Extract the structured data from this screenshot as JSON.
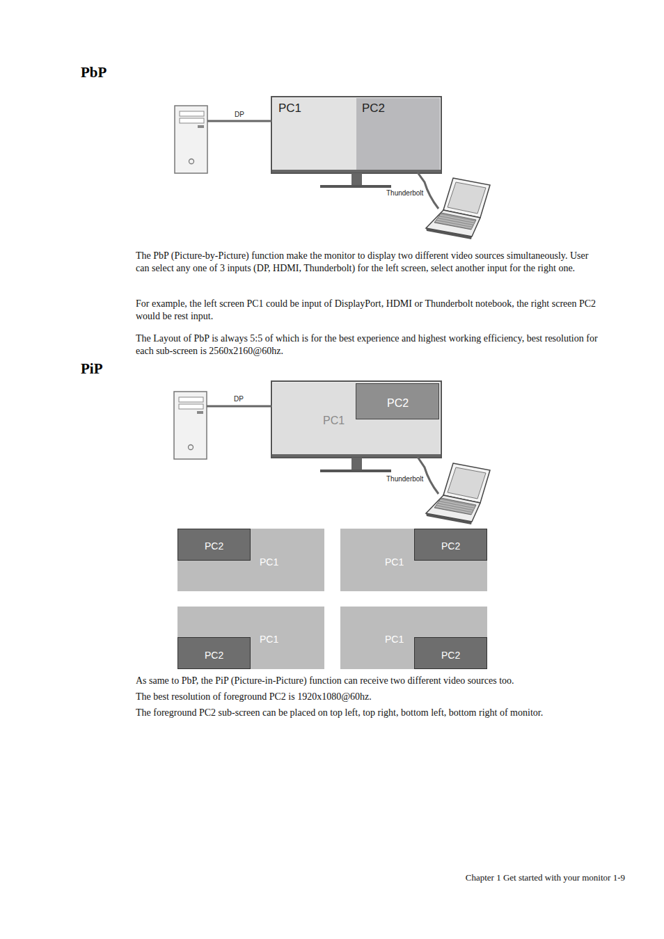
{
  "diagram": {
    "nodes": [
      {
        "text": [
          "PC1"
        ]
      },
      {
        "text": [
          "PC2"
        ]
      },
      {
        "text": [
          "PC1"
        ]
      },
      {
        "text": [
          "PC2"
        ],
        "in": 2
      },
      {
        "text": [
          "PC1"
        ]
      },
      {
        "text": [
          "PC2"
        ],
        "in": 4
      },
      {
        "text": [
          "PC1"
        ]
      },
      {
        "text": [
          "PC2"
        ],
        "in": 6
      },
      {
        "text": [
          "PC1"
        ]
      },
      {
        "text": [
          "PC2"
        ],
        "in": 8
      },
      {
        "text": [
          "PC1"
        ]
      },
      {
        "text": [
          "PC2"
        ],
        "in": 10
      }
    ],
    "labels": [
      "PbP",
      "DP",
      "Thunderbolt",
      "The PbP (Picture-by-Picture) function make the monitor to display two different video sources simultaneously. User can select any one of 3 inputs (DP, HDMI, Thunderbolt) for the left screen, select another input for the right one.",
      "For example, the left screen PC1 could be input of DisplayPort, HDMI or Thunderbolt notebook, the right screen PC2 would be rest input.",
      "The Layout of PbP is always 5:5 of which is for the best experience and highest working efficiency, best resolution for each sub-screen is 2560x2160@60hz.",
      "PiP",
      "DP",
      "Thunderbolt",
      "As same to PbP, the PiP (Picture-in-Picture) function can receive two different video sources too.",
      "The best resolution of foreground PC2 is 1920x1080@60hz.",
      "The foreground PC2 sub-screen can be placed on top left, top right, bottom left, bottom right of monitor.",
      "Chapter 1 Get started with your monitor  1-9"
    ]
  }
}
